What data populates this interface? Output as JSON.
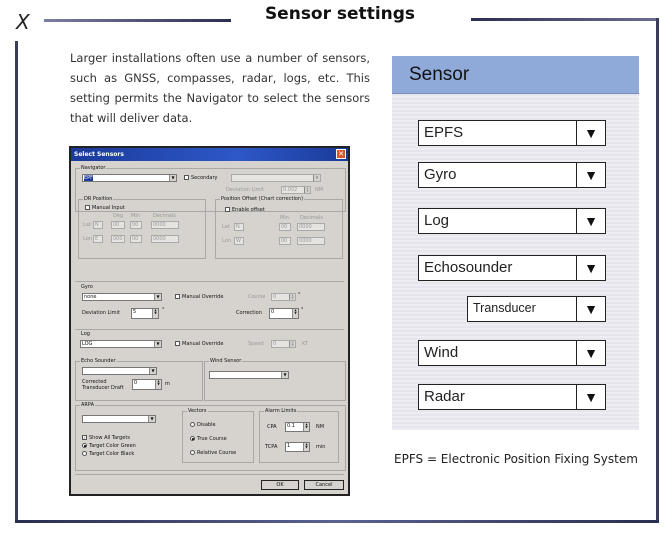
{
  "page": {
    "corner_mark": "X",
    "title": "Sensor settings",
    "intro_text": "Larger installations often use a number of sensors, such as GNSS, compasses, radar, logs, etc. This setting permits the Navigator to select the sensors that will deliver data.",
    "footnote": "EPFS = Electronic Position Fixing System"
  },
  "sensor_panel": {
    "header": "Sensor",
    "header_color": "#8fa9d8",
    "dropdowns": [
      {
        "label": "EPFS",
        "arrow": "▼"
      },
      {
        "label": "Gyro",
        "arrow": "▼"
      },
      {
        "label": "Log",
        "arrow": "▼"
      },
      {
        "label": "Echosounder",
        "arrow": "▼"
      },
      {
        "label": "Transducer",
        "arrow": "▼"
      },
      {
        "label": "Wind",
        "arrow": "▼"
      },
      {
        "label": "Radar",
        "arrow": "▼"
      }
    ]
  },
  "dialog": {
    "title": "Select Sensors",
    "close": "✕",
    "navigator": {
      "group": "Navigator",
      "value": "EPF",
      "secondary_label": "Secondary",
      "deviation_limit_label": "Deviation Limit",
      "deviation_limit_value": "0.002",
      "deviation_unit": "NM"
    },
    "dr_position": {
      "group": "DR Position",
      "manual_input": "Manual Input",
      "col_deg": "Deg",
      "col_min": "Min",
      "col_dec": "Decimals",
      "lat_label": "Lat",
      "lat_hem": "N",
      "lat_deg": "00",
      "lat_min": "00",
      "lat_dec": "0000",
      "lon_label": "Lon",
      "lon_hem": "E",
      "lon_deg": "000",
      "lon_min": "00",
      "lon_dec": "0000"
    },
    "position_offset": {
      "group": "Position Offset (Chart correction)",
      "enable": "Enable offset",
      "col_min": "Min",
      "col_dec": "Decimals",
      "lat_label": "Lat",
      "lat_hem": "N",
      "lat_min": "00",
      "lat_dec": "0000",
      "lon_label": "Lon",
      "lon_hem": "W",
      "lon_min": "00",
      "lon_dec": "0000"
    },
    "gyro": {
      "group": "Gyro",
      "value": "none",
      "manual_override": "Manual Override",
      "course_label": "Course",
      "course_value": "0",
      "course_unit": "°",
      "deviation_limit_label": "Deviation Limit",
      "deviation_limit_value": "5",
      "deviation_unit": "°",
      "correction_label": "Correction",
      "correction_value": "0",
      "correction_unit": "°"
    },
    "log": {
      "group": "Log",
      "value": "LOG",
      "manual_override": "Manual Override",
      "speed_label": "Speed",
      "speed_value": "0",
      "speed_unit": "KT"
    },
    "echo_sounder": {
      "group": "Echo Sounder",
      "value": "",
      "draft_label_1": "Corrected",
      "draft_label_2": "Transducer Draft",
      "draft_value": "0",
      "draft_unit": "m"
    },
    "wind_sensor": {
      "group": "Wind Sensor",
      "value": ""
    },
    "arpa": {
      "group": "ARPA",
      "value": "",
      "show_all": "Show All Targets",
      "color_green": "Target Color Green",
      "color_black": "Target Color Black"
    },
    "vectors": {
      "group": "Vectors",
      "disable": "Disable",
      "true_course": "True Course",
      "relative_course": "Relative Course"
    },
    "alarm_limits": {
      "group": "Alarm Limits",
      "cpa_label": "CPA",
      "cpa_value": "0.1",
      "cpa_unit": "NM",
      "tcpa_label": "TCPA",
      "tcpa_value": "1",
      "tcpa_unit": "min"
    },
    "ok": "OK",
    "cancel": "Cancel"
  }
}
